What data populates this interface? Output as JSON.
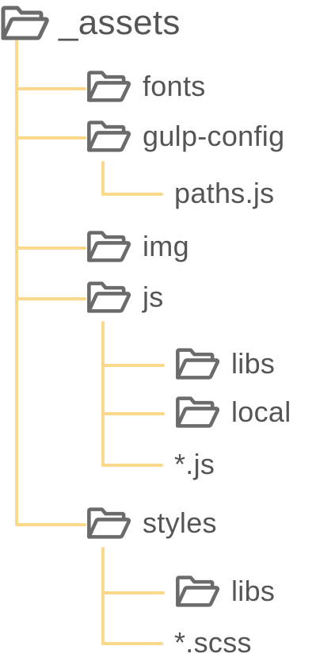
{
  "tree": {
    "root": {
      "label": "_assets",
      "children": [
        {
          "label": "fonts",
          "kind": "folder"
        },
        {
          "label": "gulp-config",
          "kind": "folder",
          "children": [
            {
              "label": "paths.js",
              "kind": "file"
            }
          ]
        },
        {
          "label": "img",
          "kind": "folder"
        },
        {
          "label": "js",
          "kind": "folder",
          "children": [
            {
              "label": "libs",
              "kind": "folder"
            },
            {
              "label": "local",
              "kind": "folder"
            },
            {
              "label": "*.js",
              "kind": "file"
            }
          ]
        },
        {
          "label": "styles",
          "kind": "folder",
          "children": [
            {
              "label": "libs",
              "kind": "folder"
            },
            {
              "label": "*.scss",
              "kind": "file"
            }
          ]
        }
      ]
    }
  },
  "colors": {
    "folder_icon": "#6b6b6b",
    "connector": "#fbd98c",
    "text": "#555555"
  },
  "icons": {
    "folder": "folder-open-icon"
  }
}
